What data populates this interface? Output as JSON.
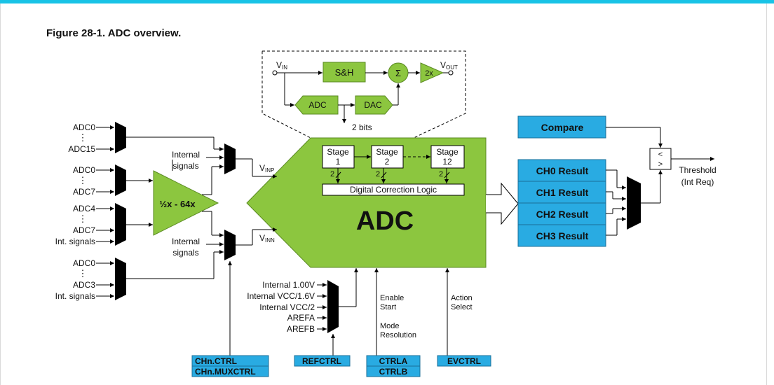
{
  "figure": {
    "title": "Figure 28-1. ADC overview."
  },
  "detail": {
    "vin": "V",
    "vin_sub": "IN",
    "vout": "V",
    "vout_sub": "OUT",
    "sh": "S&H",
    "sigma": "Σ",
    "gain2x": "2x",
    "adc": "ADC",
    "dac": "DAC",
    "bits": "2 bits"
  },
  "inputs": {
    "g1_top": "ADC0",
    "g1_bot": "ADC15",
    "g2_top": "ADC0",
    "g2_bot": "ADC7",
    "g3_top": "ADC4",
    "g3_bot": "ADC7",
    "g3_int": "Int. signals",
    "g4_top": "ADC0",
    "g4_bot": "ADC3",
    "g4_int": "Int. signals",
    "dots": "⋮"
  },
  "gain": {
    "label": "½x - 64x"
  },
  "internal_signals": {
    "line1": "Internal",
    "line2": "signals"
  },
  "vinp": {
    "main": "V",
    "sub": "INP"
  },
  "vinn": {
    "main": "V",
    "sub": "INN"
  },
  "adc_core": {
    "label": "ADC",
    "stages": [
      {
        "l1": "Stage",
        "l2": "1"
      },
      {
        "l1": "Stage",
        "l2": "2"
      },
      {
        "l1": "Stage",
        "l2": "12"
      }
    ],
    "stage_bits": "2",
    "correction": "Digital Correction Logic"
  },
  "references": [
    "Internal 1.00V",
    "Internal VCC/1.6V",
    "Internal VCC/2",
    "AREFA",
    "AREFB"
  ],
  "control_labels": {
    "enable": "Enable",
    "start": "Start",
    "mode": "Mode",
    "resolution": "Resolution",
    "action": "Action",
    "select": "Select"
  },
  "registers": {
    "chn_ctrl": "CHn.CTRL",
    "chn_muxctrl": "CHn.MUXCTRL",
    "refctrl": "REFCTRL",
    "ctrla": "CTRLA",
    "ctrlb": "CTRLB",
    "evctrl": "EVCTRL"
  },
  "results": [
    "CH0 Result",
    "CH1 Result",
    "CH2 Result",
    "CH3 Result"
  ],
  "compare": {
    "label": "Compare",
    "lt": "<",
    "gt": ">"
  },
  "threshold": {
    "line1": "Threshold",
    "line2": "(Int Req)"
  },
  "colors": {
    "green": "#8cc63f",
    "green_dark": "#5a8a22",
    "blue": "#29abe2",
    "blue_dark": "#1a6f98",
    "accent_bar": "#19c3e6"
  }
}
